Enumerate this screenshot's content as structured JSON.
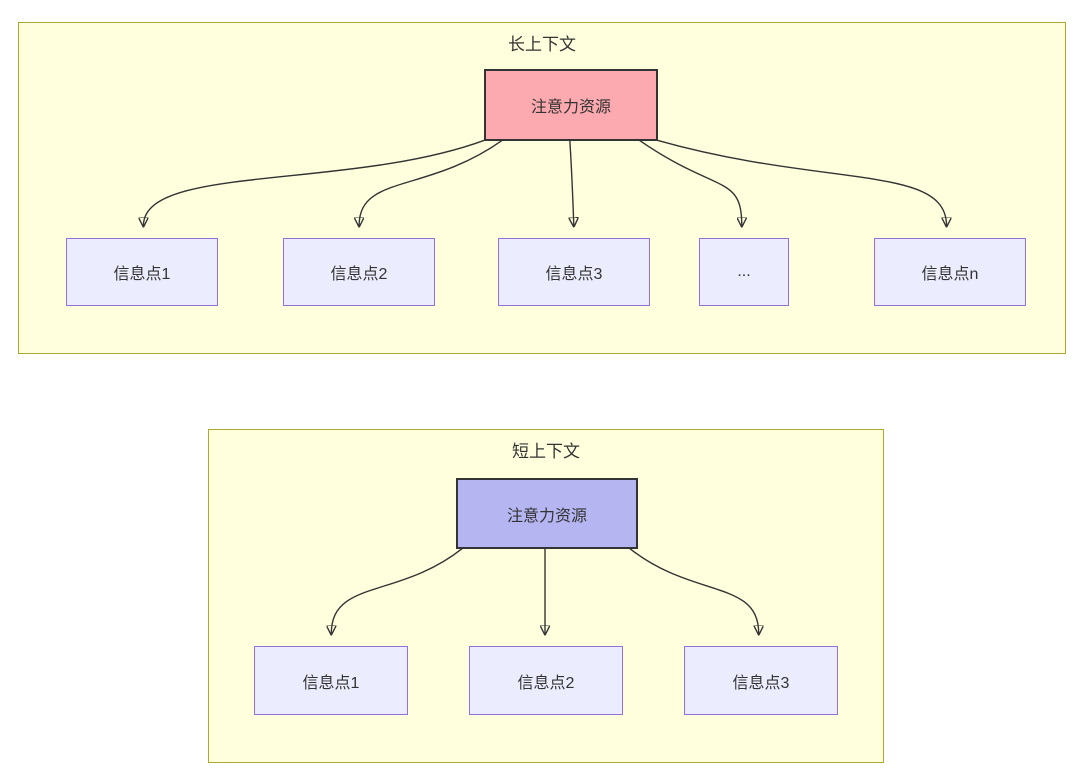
{
  "page": {
    "background": "#ffffff"
  },
  "diagram": {
    "long_context": {
      "title": "长上下文",
      "attention": {
        "label": "注意力资源",
        "fill": "#fcaaaf",
        "border": "#333333"
      },
      "info_points": [
        {
          "label": "信息点1"
        },
        {
          "label": "信息点2"
        },
        {
          "label": "信息点3"
        },
        {
          "label": "..."
        },
        {
          "label": "信息点n"
        }
      ]
    },
    "short_context": {
      "title": "短上下文",
      "attention": {
        "label": "注意力资源",
        "fill": "#b5b5f2",
        "border": "#333333"
      },
      "info_points": [
        {
          "label": "信息点1"
        },
        {
          "label": "信息点2"
        },
        {
          "label": "信息点3"
        }
      ]
    },
    "styles": {
      "cluster_fill": "#ffffde",
      "cluster_border": "#aaaa33",
      "info_fill": "#ececff",
      "info_border": "#9370db",
      "edge_color": "#333333",
      "text_color": "#333333"
    }
  }
}
